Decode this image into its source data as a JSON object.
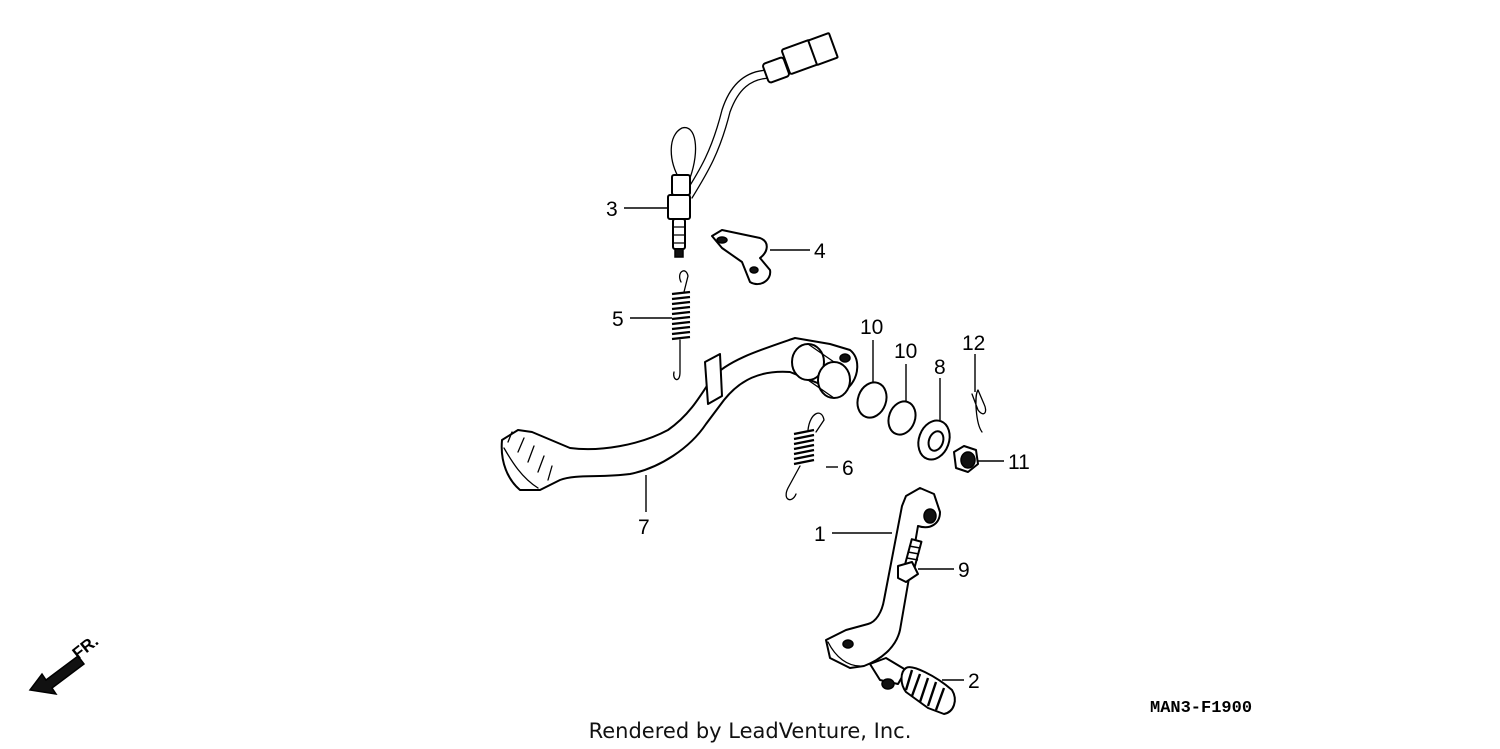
{
  "diagram": {
    "callouts": [
      {
        "id": "1",
        "label": "1"
      },
      {
        "id": "2",
        "label": "2"
      },
      {
        "id": "3",
        "label": "3"
      },
      {
        "id": "4",
        "label": "4"
      },
      {
        "id": "5",
        "label": "5"
      },
      {
        "id": "6",
        "label": "6"
      },
      {
        "id": "7",
        "label": "7"
      },
      {
        "id": "8",
        "label": "8"
      },
      {
        "id": "9",
        "label": "9"
      },
      {
        "id": "10a",
        "label": "10"
      },
      {
        "id": "10b",
        "label": "10"
      },
      {
        "id": "11",
        "label": "11"
      },
      {
        "id": "12",
        "label": "12"
      }
    ],
    "front_indicator": "FR.",
    "diagram_code": "MAN3-F1900",
    "footer": "Rendered by LeadVenture, Inc."
  }
}
